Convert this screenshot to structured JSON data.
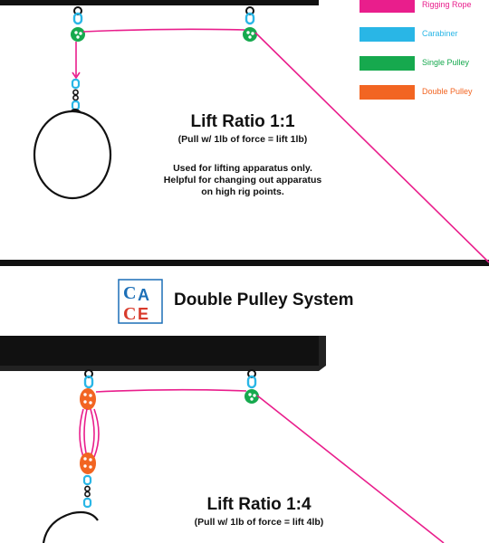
{
  "legend": {
    "items": [
      {
        "label": "Rigging Rope",
        "color": "#e91e8c"
      },
      {
        "label": "Carabiner",
        "color": "#29b6e6"
      },
      {
        "label": "Single Pulley",
        "color": "#16a94e"
      },
      {
        "label": "Double Pulley",
        "color": "#f26522"
      }
    ]
  },
  "system1": {
    "ratio_title": "Lift Ratio 1:1",
    "ratio_subtitle": "(Pull w/ 1lb of force = lift 1lb)",
    "note_lines": [
      "Used for lifting apparatus only.",
      "Helpful for changing out apparatus",
      "on high rig points."
    ]
  },
  "system2": {
    "logo_text": "CACE",
    "heading": "Double Pulley System",
    "ratio_title": "Lift Ratio 1:4",
    "ratio_subtitle": "(Pull w/ 1lb of force = lift 4lb)"
  },
  "colors": {
    "beam": "#111111",
    "rope": "#e91e8c",
    "carabiner": "#29b6e6",
    "single_pulley": "#16a94e",
    "double_pulley": "#f26522",
    "logo_blue": "#1c6fb7",
    "logo_red": "#d83a2b"
  }
}
